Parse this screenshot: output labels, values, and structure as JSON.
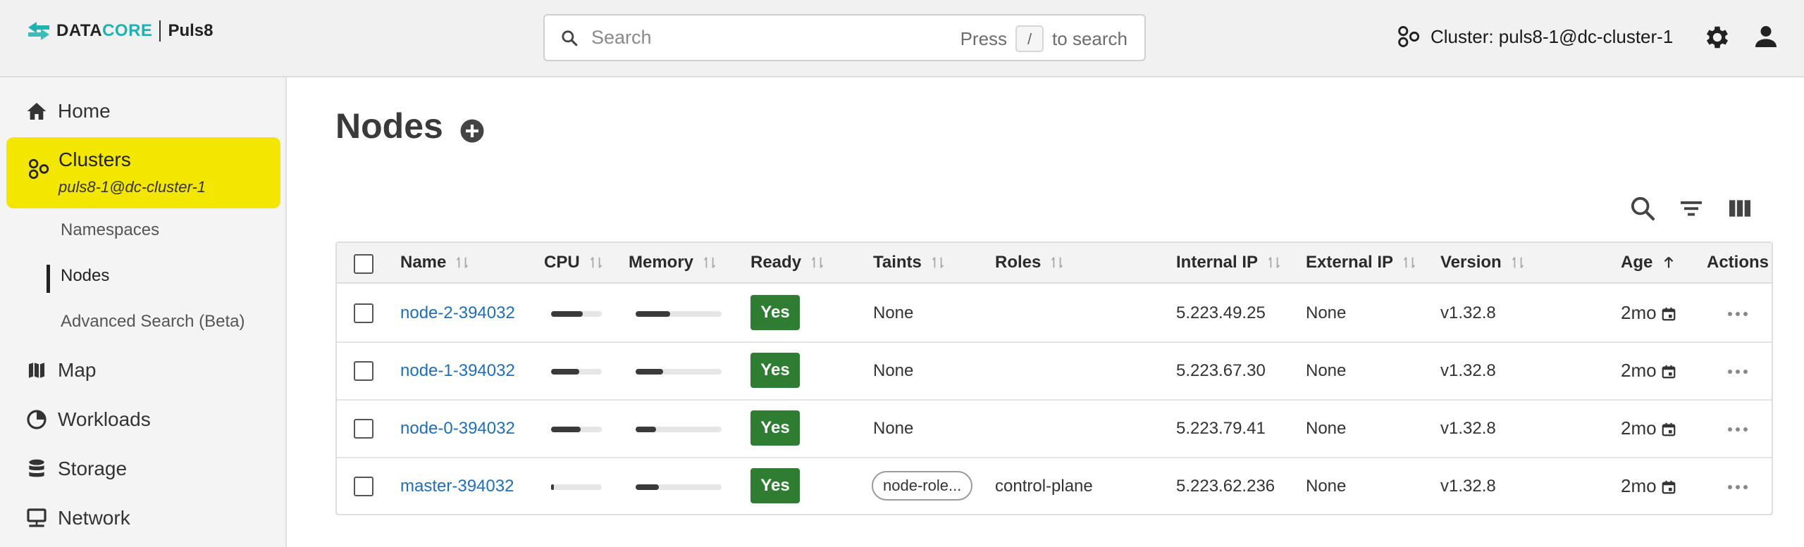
{
  "header": {
    "brand_prefix": "DATA",
    "brand_suffix": "CORE",
    "product": "Puls8",
    "search_placeholder": "Search",
    "search_hint_before": "Press",
    "search_hint_key": "/",
    "search_hint_after": "to search",
    "cluster_label": "Cluster: puls8-1@dc-cluster-1",
    "accent_color": "#20b2b0"
  },
  "sidebar": {
    "home": "Home",
    "clusters": "Clusters",
    "clusters_sub": "puls8-1@dc-cluster-1",
    "namespaces": "Namespaces",
    "nodes": "Nodes",
    "advanced_search": "Advanced Search (Beta)",
    "map": "Map",
    "workloads": "Workloads",
    "storage": "Storage",
    "network": "Network",
    "active_color": "#f3e600"
  },
  "main": {
    "title": "Nodes",
    "columns": {
      "name": "Name",
      "cpu": "CPU",
      "memory": "Memory",
      "ready": "Ready",
      "taints": "Taints",
      "roles": "Roles",
      "internal_ip": "Internal IP",
      "external_ip": "External IP",
      "version": "Version",
      "age": "Age",
      "actions": "Actions"
    },
    "rows": [
      {
        "name": "node-2-394032",
        "cpu": 0.62,
        "memory": 0.4,
        "ready": "Yes",
        "taints": "None",
        "roles": "",
        "internal_ip": "5.223.49.25",
        "external_ip": "None",
        "version": "v1.32.8",
        "age": "2mo"
      },
      {
        "name": "node-1-394032",
        "cpu": 0.55,
        "memory": 0.32,
        "ready": "Yes",
        "taints": "None",
        "roles": "",
        "internal_ip": "5.223.67.30",
        "external_ip": "None",
        "version": "v1.32.8",
        "age": "2mo"
      },
      {
        "name": "node-0-394032",
        "cpu": 0.58,
        "memory": 0.24,
        "ready": "Yes",
        "taints": "None",
        "roles": "",
        "internal_ip": "5.223.79.41",
        "external_ip": "None",
        "version": "v1.32.8",
        "age": "2mo"
      },
      {
        "name": "master-394032",
        "cpu": 0.05,
        "memory": 0.27,
        "ready": "Yes",
        "taints": "node-role...",
        "roles": "control-plane",
        "internal_ip": "5.223.62.236",
        "external_ip": "None",
        "version": "v1.32.8",
        "age": "2mo"
      }
    ],
    "ready_color": "#2e7d32",
    "link_color": "#1f6fb8"
  }
}
